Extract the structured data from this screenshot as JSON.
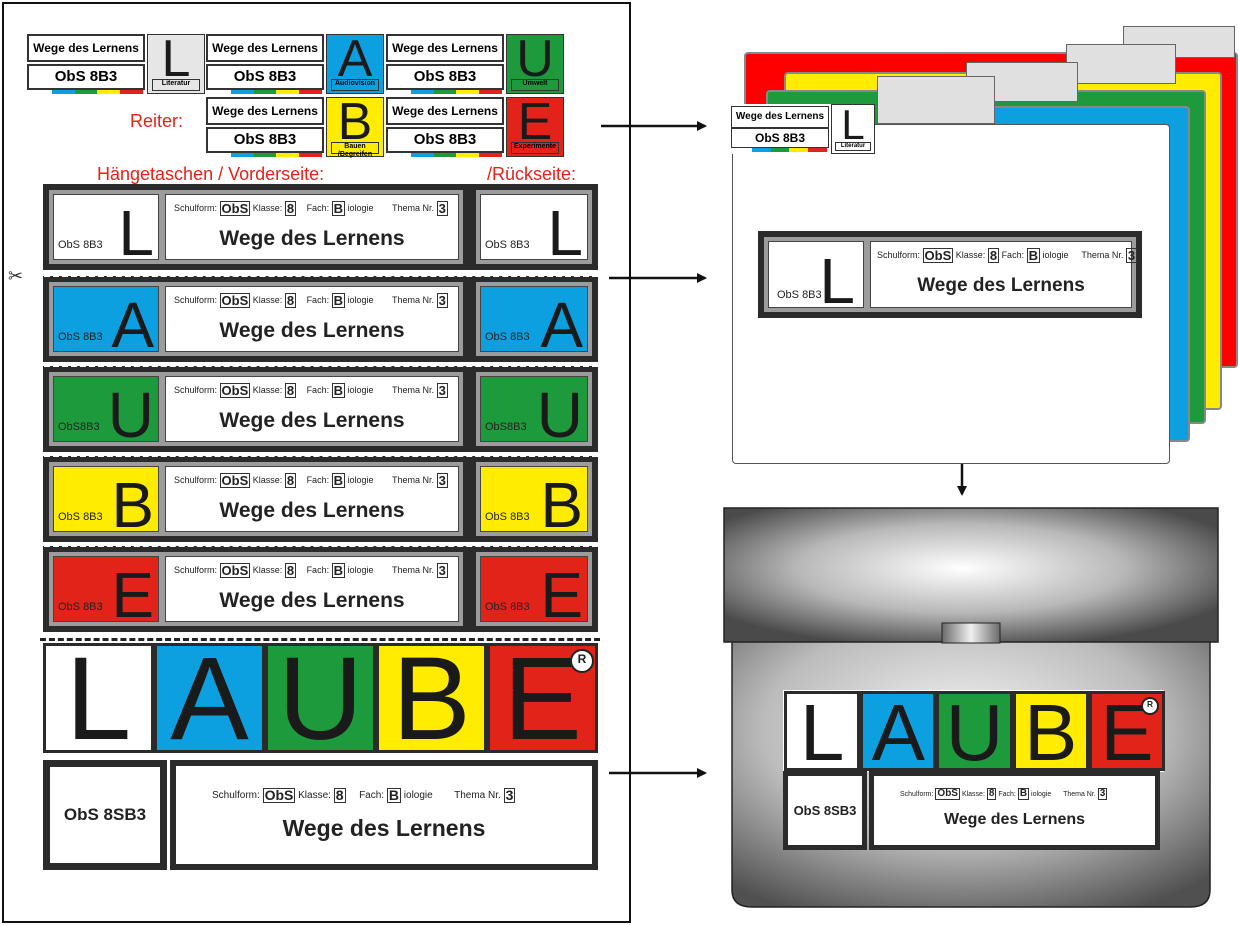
{
  "colors": {
    "L": "#ffffff",
    "A": "#0da0e0",
    "U": "#1c9a3c",
    "B": "#ffec00",
    "E": "#e2231a",
    "frame": "#2b2b2b",
    "label_red": "#e2231a"
  },
  "stripe_colors": [
    "#ffffff",
    "#0da0e0",
    "#1c9a3c",
    "#ffec00",
    "#e2231a"
  ],
  "headings": {
    "reiter": "Reiter:",
    "front": "Hängetaschen  / Vorderseite:",
    "back": "/Rückseite:"
  },
  "tabs": [
    {
      "title": "Wege des Lernens",
      "code": "ObS 8B3",
      "letter": "L",
      "caption": "Literatur",
      "color": "#e6e6e6"
    },
    {
      "title": "Wege des Lernens",
      "code": "ObS 8B3",
      "letter": "A",
      "caption": "Audiovision",
      "color": "#0da0e0"
    },
    {
      "title": "Wege des Lernens",
      "code": "ObS 8B3",
      "letter": "U",
      "caption": "Umwelt",
      "color": "#1c9a3c"
    },
    {
      "title": "Wege des Lernens",
      "code": "ObS 8B3",
      "letter": "B",
      "caption": "Bauen /Begreifen",
      "color": "#ffec00"
    },
    {
      "title": "Wege des Lernens",
      "code": "ObS 8B3",
      "letter": "E",
      "caption": "Experimente",
      "color": "#e2231a"
    }
  ],
  "label_meta": {
    "schulform_label": "Schulform:",
    "schulform_value": "ObS",
    "klasse_label": "Klasse:",
    "klasse_value": "8",
    "fach_label": "Fach:",
    "fach_value": "B",
    "fach_rest": "iologie",
    "thema_label": "Thema Nr.",
    "thema_value": "3",
    "headline": "Wege des Lernens"
  },
  "pockets": [
    {
      "letter": "L",
      "code": "ObS 8B3",
      "color": "#ffffff"
    },
    {
      "letter": "A",
      "code": "ObS 8B3",
      "color": "#0da0e0"
    },
    {
      "letter": "U",
      "code": "ObS8B3",
      "color": "#1c9a3c"
    },
    {
      "letter": "B",
      "code": "ObS 8B3",
      "color": "#ffec00"
    },
    {
      "letter": "E",
      "code": "ObS 8B3",
      "color": "#e2231a"
    }
  ],
  "laube_letters": [
    "L",
    "A",
    "U",
    "B",
    "E"
  ],
  "registered_mark": "R",
  "box_label": {
    "code": "ObS 8SB3"
  },
  "folder_tab": {
    "title": "Wege des Lernens",
    "code": "ObS 8B3",
    "letter": "L",
    "caption": "Literatur"
  },
  "folder_pocket": {
    "letter": "L",
    "code": "ObS 8B3"
  },
  "scissors": "✂"
}
